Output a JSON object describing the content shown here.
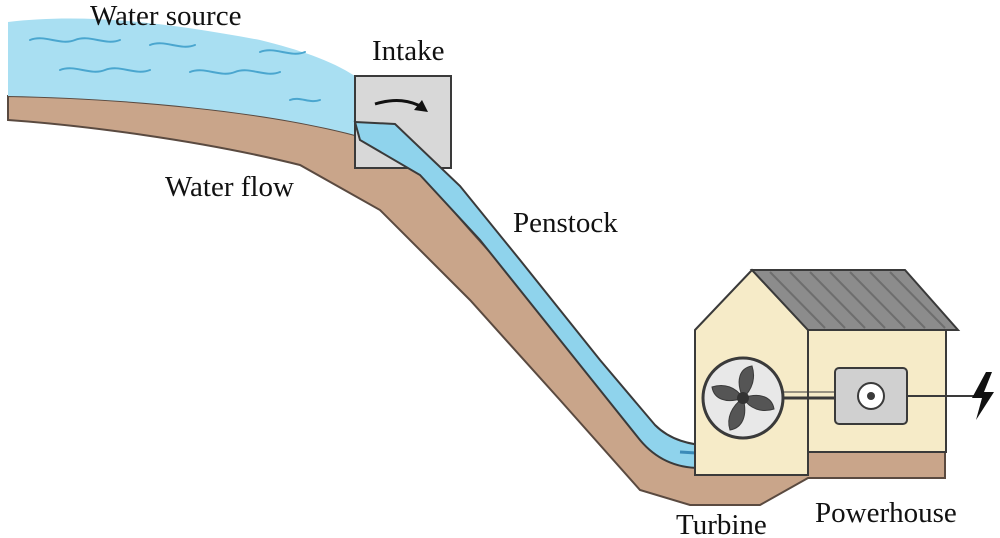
{
  "labels": {
    "water_source": "Water source",
    "intake": "Intake",
    "water_flow": "Water flow",
    "penstock": "Penstock",
    "turbine": "Turbine",
    "powerhouse": "Powerhouse"
  },
  "colors": {
    "water": "#8fd3ec",
    "water_light": "#a9dff2",
    "wave_lines": "#4aa6cf",
    "ground": "#c9a58a",
    "ground_edge": "#5a4a40",
    "building_wall": "#f6ebc8",
    "roof": "#8c8c8c",
    "outline": "#3a3a3a",
    "intake_box": "#d8d8d8"
  },
  "icons": [
    "turbine-fan-icon",
    "generator-icon",
    "lightning-bolt-icon",
    "flow-arrow-icon"
  ]
}
